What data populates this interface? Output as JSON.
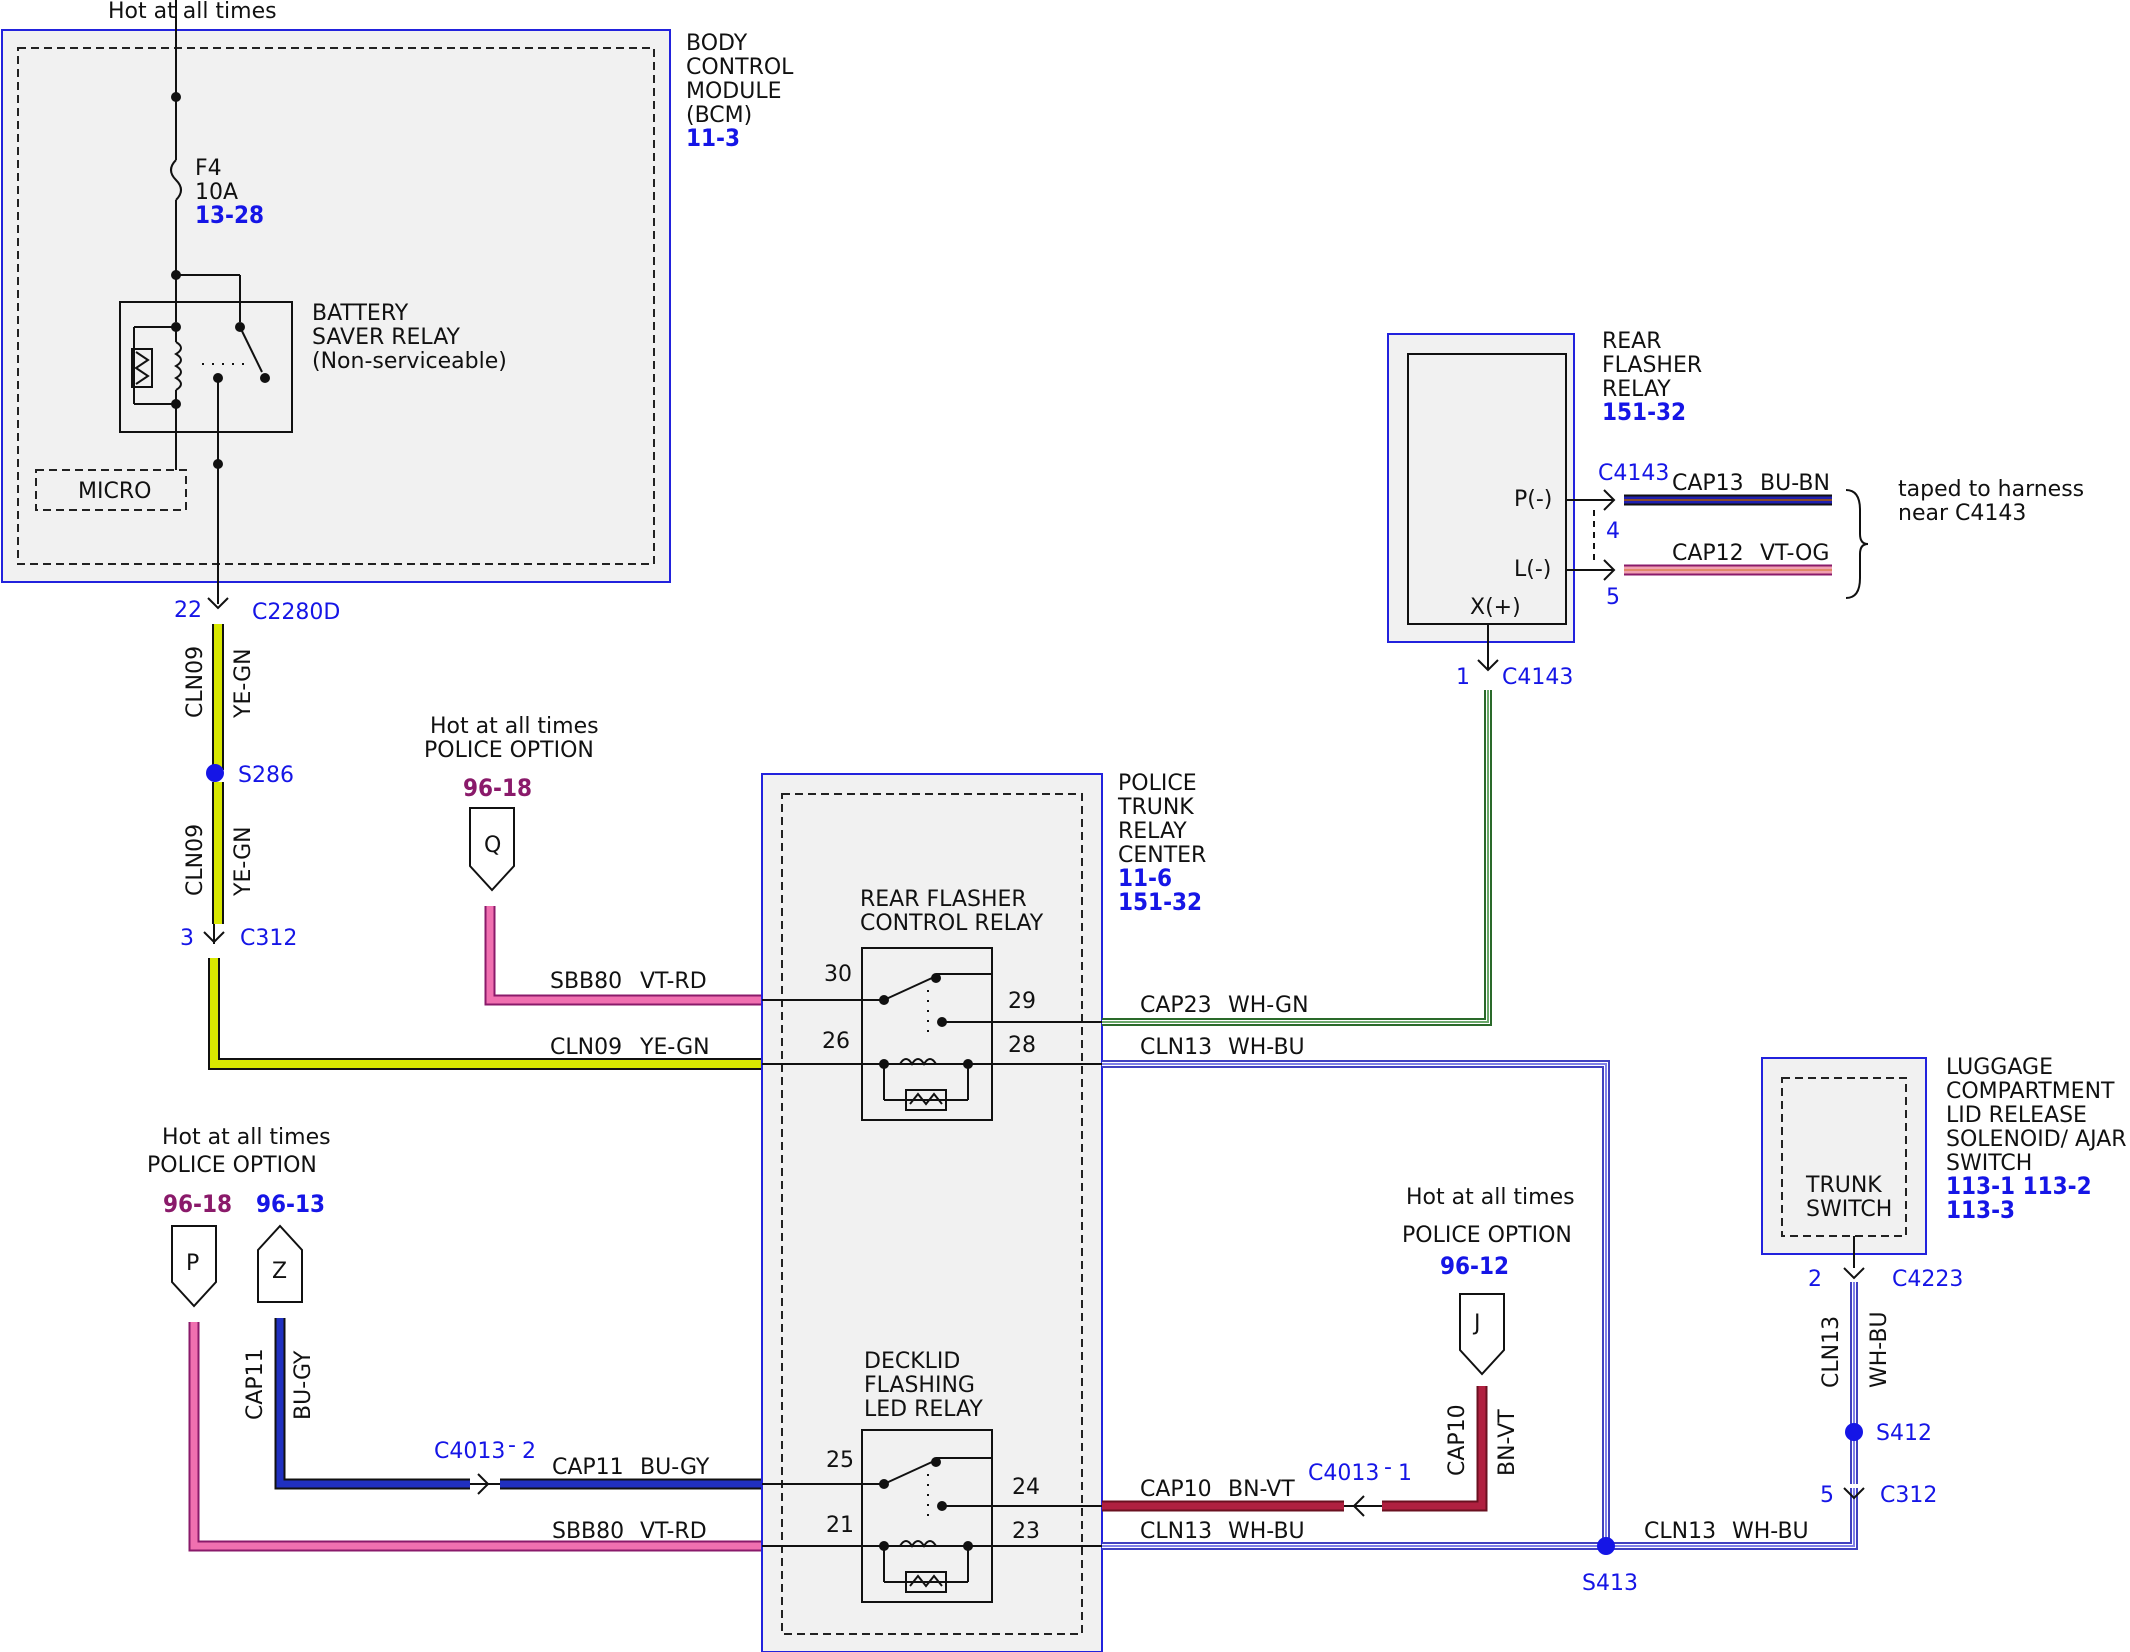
{
  "colors": {
    "module_border": "#2222dd",
    "module_fill": "#f1f1f1",
    "ref_blue": "#1515e6",
    "ref_purple": "#8a1a6a",
    "wire_ye_gn": "#d8e800",
    "wire_vt_rd": "#f070b0",
    "wire_bu_gy": "#2030c0",
    "wire_bn_vt": "#b02040",
    "wire_wh_gn": "#6aa86a",
    "wire_wh_bu": "#8080e8",
    "wire_bu_bn": "#2020b0",
    "wire_vt_og": "#f0a0b0"
  },
  "bcm": {
    "hot_label": "Hot at all times",
    "name_lines": [
      "BODY",
      "CONTROL",
      "MODULE",
      "(BCM)"
    ],
    "ref": "11-3",
    "fuse": {
      "name": "F4",
      "rating": "10A",
      "ref": "13-28"
    },
    "relay_lines": [
      "BATTERY",
      "SAVER RELAY",
      "(Non-serviceable)"
    ],
    "micro": "MICRO"
  },
  "c2280d": {
    "pin": "22",
    "name": "C2280D"
  },
  "wire_cln09_top": {
    "circuit": "CLN09",
    "color": "YE-GN"
  },
  "splice_s286": "S286",
  "wire_cln09_mid": {
    "circuit": "CLN09",
    "color": "YE-GN"
  },
  "c312_top": {
    "pin": "3",
    "name": "C312"
  },
  "power_q": {
    "hot": "Hot at all times",
    "option": "POLICE OPTION",
    "ref": "96-18",
    "letter": "Q"
  },
  "power_p": {
    "hot": "Hot at all times",
    "option": "POLICE OPTION",
    "ref": "96-18",
    "letter": "P"
  },
  "power_z": {
    "ref": "96-13",
    "letter": "Z"
  },
  "power_j": {
    "hot": "Hot at all times",
    "option": "POLICE OPTION",
    "ref": "96-12",
    "letter": "J"
  },
  "ptrc": {
    "name_lines": [
      "POLICE",
      "TRUNK",
      "RELAY",
      "CENTER"
    ],
    "refs": [
      "11-6",
      "151-32"
    ],
    "relay1_lines": [
      "REAR FLASHER",
      "CONTROL RELAY"
    ],
    "relay1_pins": {
      "p30": "30",
      "p26": "26",
      "p29": "29",
      "p28": "28"
    },
    "relay2_lines": [
      "DECKLID",
      "FLASHING",
      "LED RELAY"
    ],
    "relay2_pins": {
      "p25": "25",
      "p21": "21",
      "p24": "24",
      "p23": "23"
    }
  },
  "wires": {
    "sbb80_top": {
      "circuit": "SBB80",
      "color": "VT-RD"
    },
    "cln09_bottom": {
      "circuit": "CLN09",
      "color": "YE-GN"
    },
    "cap23": {
      "circuit": "CAP23",
      "color": "WH-GN"
    },
    "cln13_top": {
      "circuit": "CLN13",
      "color": "WH-BU"
    },
    "cap11_vert": {
      "circuit": "CAP11",
      "color": "BU-GY"
    },
    "cap11_horiz": {
      "circuit": "CAP11",
      "color": "BU-GY"
    },
    "sbb80_bottom": {
      "circuit": "SBB80",
      "color": "VT-RD"
    },
    "cap10_horiz": {
      "circuit": "CAP10",
      "color": "BN-VT"
    },
    "cap10_vert": {
      "circuit": "CAP10",
      "color": "BN-VT"
    },
    "cln13_bottom": {
      "circuit": "CLN13",
      "color": "WH-BU"
    },
    "cln13_right": {
      "circuit": "CLN13",
      "color": "WH-BU"
    },
    "cln13_vert": {
      "circuit": "CLN13",
      "color": "WH-BU"
    },
    "cap13": {
      "circuit": "CAP13",
      "color": "BU-BN"
    },
    "cap12": {
      "circuit": "CAP12",
      "color": "VT-OG"
    }
  },
  "c4013_2": {
    "name": "C4013",
    "pin": "2"
  },
  "c4013_1": {
    "name": "C4013",
    "pin": "1"
  },
  "rear_flasher": {
    "name_lines": [
      "REAR",
      "FLASHER",
      "RELAY"
    ],
    "ref": "151-32",
    "pin_p": "P(-)",
    "pin_l": "L(-)",
    "pin_x": "X(+)",
    "c4143_top": "C4143",
    "pin4": "4",
    "pin5": "5",
    "c4143_bottom": {
      "pin": "1",
      "name": "C4143"
    },
    "taped_lines": [
      "taped to harness",
      "near C4143"
    ]
  },
  "luggage": {
    "name_lines": [
      "LUGGAGE",
      "COMPARTMENT",
      "LID RELEASE",
      "SOLENOID/ AJAR",
      "SWITCH"
    ],
    "refs_line1": "113-1 113-2",
    "refs_line2": "113-3",
    "switch_lines": [
      "TRUNK",
      "SWITCH"
    ],
    "c4223": {
      "pin": "2",
      "name": "C4223"
    }
  },
  "splice_s412": "S412",
  "c312_bottom": {
    "pin": "5",
    "name": "C312"
  },
  "splice_s413": "S413"
}
